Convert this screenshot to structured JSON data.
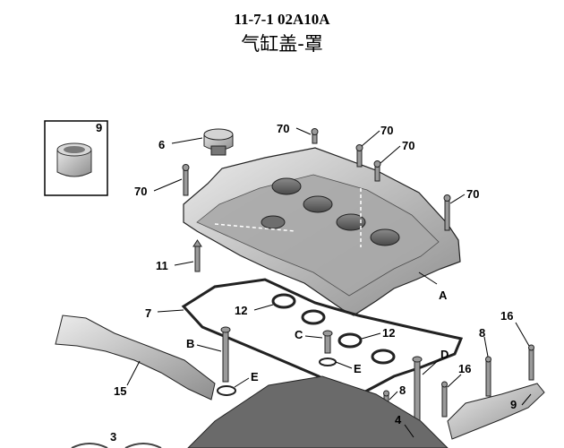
{
  "header": {
    "code": "11-7-1 02A10A",
    "title": "气缸盖-罩"
  },
  "callouts": {
    "inset": "9",
    "p6": "6",
    "p70a": "70",
    "p70b": "70",
    "p70c": "70",
    "p70d": "70",
    "p70e": "70",
    "p11": "11",
    "pA": "A",
    "p7": "7",
    "p12a": "12",
    "p12b": "12",
    "pC": "C",
    "pB": "B",
    "pEa": "E",
    "pEb": "E",
    "pD": "D",
    "p8a": "8",
    "p8b": "8",
    "p16a": "16",
    "p16b": "16",
    "p9b": "9",
    "p15": "15",
    "p4": "4",
    "p3": "3"
  }
}
